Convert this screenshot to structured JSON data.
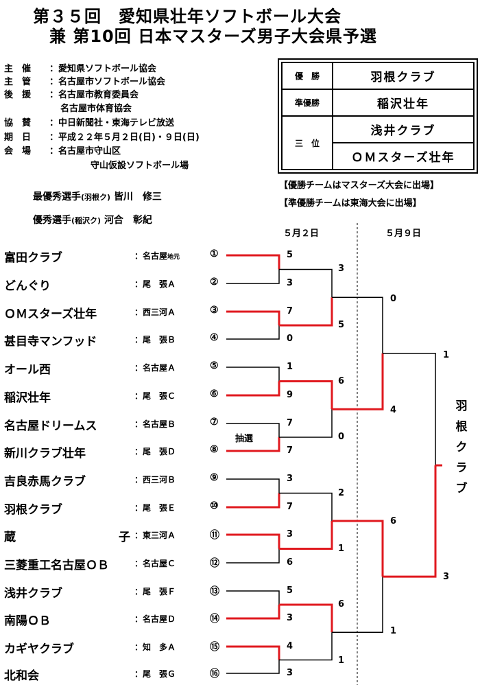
{
  "title": {
    "line1": "第３５回　愛知県壮年ソフトボール大会",
    "line2": "兼 第10回 日本マスターズ男子大会県予選"
  },
  "info": [
    {
      "label": "主　催",
      "value": "：愛知県ソフトボール協会"
    },
    {
      "label": "主　管",
      "value": "：名古屋市ソフトボール協会"
    },
    {
      "label": "後　援",
      "value": "：名古屋市教育委員会"
    },
    {
      "label": "",
      "value": "名古屋市体育協会"
    },
    {
      "label": "協　賛",
      "value": "：中日新聞社・東海テレビ放送"
    },
    {
      "label": "期　日",
      "value": "：平成２２年５月２日(日)・９日(日)"
    },
    {
      "label": "会　場",
      "value": "：名古屋市守山区"
    },
    {
      "label": "",
      "value": "守山仮設ソフトボール場"
    }
  ],
  "awards": {
    "mvp_label": "最優秀選手",
    "mvp_team": "(羽根ク)",
    "mvp_name": "皆川　修三",
    "excellent_label": "優秀選手",
    "excellent_team": "(稲沢ク)",
    "excellent_name": "河合　彰紀"
  },
  "results": {
    "champion_label": "優　勝",
    "champion": "羽根クラブ",
    "runner_up_label": "準優勝",
    "runner_up": "稲沢壮年",
    "third_label": "三　位",
    "third_1": "浅井クラブ",
    "third_2": "ＯＭスターズ壮年"
  },
  "notes": {
    "note1": "【優勝チームはマスターズ大会に出場】",
    "note2": "【準優勝チームは東海大会に出場】"
  },
  "dates": {
    "day1": "５月２日",
    "day2": "５月９日"
  },
  "teams": [
    {
      "name": "富田クラブ",
      "region": "：名古屋",
      "tag": "地元",
      "num": "①",
      "score": "5"
    },
    {
      "name": "どんぐり",
      "region": "：尾　張Ａ",
      "tag": "",
      "num": "②",
      "score": "3"
    },
    {
      "name": "ＯＭスターズ壮年",
      "region": "：西三河Ａ",
      "tag": "",
      "num": "③",
      "score": "7"
    },
    {
      "name": "甚目寺マンフッド",
      "region": "：尾　張Ｂ",
      "tag": "",
      "num": "④",
      "score": "0"
    },
    {
      "name": "オール西",
      "region": "：名古屋Ａ",
      "tag": "",
      "num": "⑤",
      "score": "1"
    },
    {
      "name": "稲沢壮年",
      "region": "：尾　張Ｃ",
      "tag": "",
      "num": "⑥",
      "score": "9"
    },
    {
      "name": "名古屋ドリームス",
      "region": "：名古屋Ｂ",
      "tag": "",
      "num": "⑦",
      "score": "7"
    },
    {
      "name": "新川クラブ壮年",
      "region": "：尾　張Ｄ",
      "tag": "",
      "num": "⑧",
      "score": "7"
    },
    {
      "name": "吉良赤馬クラブ",
      "region": "：西三河Ｂ",
      "tag": "",
      "num": "⑨",
      "score": "3"
    },
    {
      "name": "羽根クラブ",
      "region": "：尾　張Ｅ",
      "tag": "",
      "num": "⑩",
      "score": "7"
    },
    {
      "name": "蔵子",
      "region": "：東三河Ａ",
      "tag": "",
      "num": "⑪",
      "score": "3"
    },
    {
      "name": "三菱重工名古屋ＯＢ",
      "region": "：名古屋Ｃ",
      "tag": "",
      "num": "⑫",
      "score": "6"
    },
    {
      "name": "浅井クラブ",
      "region": "：尾　張Ｆ",
      "tag": "",
      "num": "⑬",
      "score": "5"
    },
    {
      "name": "南陽ＯＢ",
      "region": "：名古屋Ｄ",
      "tag": "",
      "num": "⑭",
      "score": "3"
    },
    {
      "name": "カギヤクラブ",
      "region": "：知　多Ａ",
      "tag": "",
      "num": "⑮",
      "score": "4"
    },
    {
      "name": "北和会",
      "region": "：尾　張Ｇ",
      "tag": "",
      "num": "⑯",
      "score": "3"
    }
  ],
  "lottery_label": "抽選",
  "round2_scores": [
    "3",
    "5",
    "6",
    "0",
    "2",
    "1",
    "6",
    "1"
  ],
  "round3_scores": [
    "0",
    "4",
    "6",
    "1"
  ],
  "final_scores": [
    "1",
    "3"
  ],
  "champion_vertical": [
    "羽",
    "根",
    "ク",
    "ラ",
    "ブ"
  ],
  "colors": {
    "win_line": "#e0191f",
    "line": "#000000"
  }
}
